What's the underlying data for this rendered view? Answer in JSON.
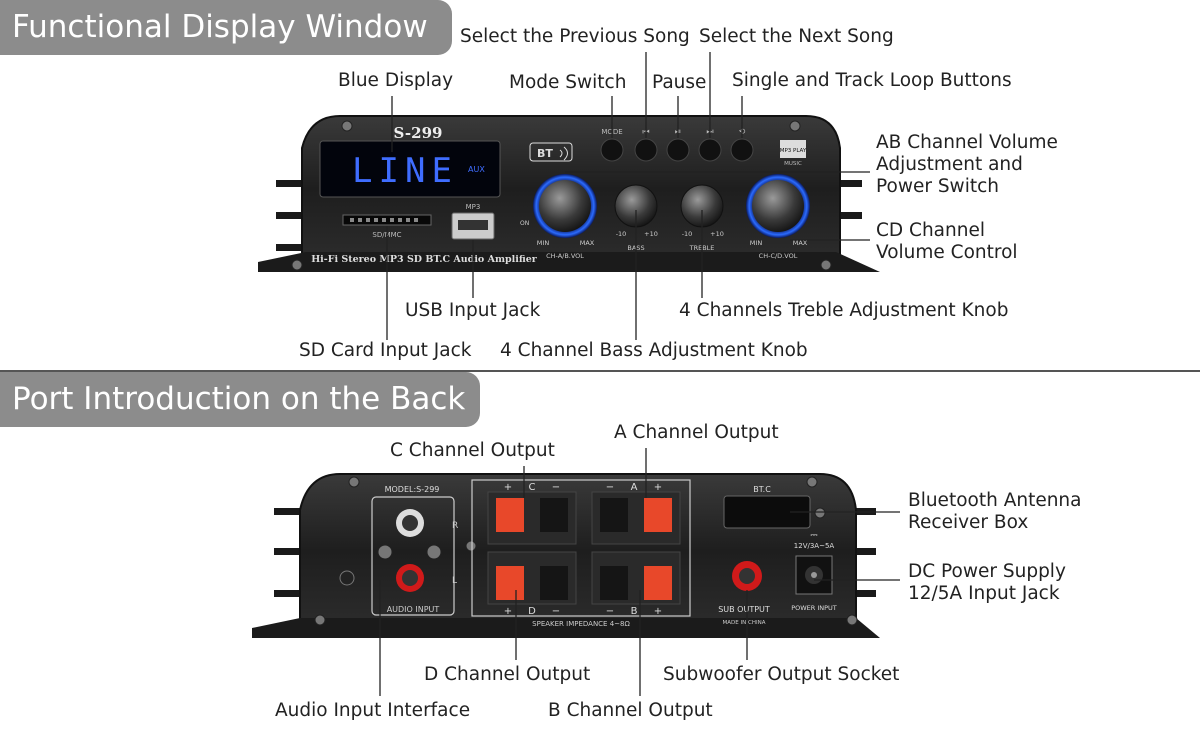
{
  "sections": {
    "front_title": "Functional Display Window",
    "back_title": "Port Introduction on the Back"
  },
  "front_device": {
    "model": "S-299",
    "display_text": "LINE",
    "display_sub": "AUX",
    "bt_badge": "BT",
    "mode_label": "MODE",
    "mp3_badge": "MP3 PLAY",
    "music_label": "MUSIC",
    "sd_slot_label": "SD/MMC",
    "usb_label": "MP3",
    "on_label": "ON",
    "product_line": "Hi-Fi Stereo MP3 SD BT.C Audio Amplifier",
    "knob_ab": {
      "min": "MIN",
      "max": "MAX",
      "label": "CH-A/B.VOL"
    },
    "knob_bass": {
      "min": "-10",
      "max": "+10",
      "label": "BASS"
    },
    "knob_treble": {
      "min": "-10",
      "max": "+10",
      "label": "TREBLE"
    },
    "knob_cd": {
      "min": "MIN",
      "max": "MAX",
      "label": "CH-C/D.VOL"
    }
  },
  "back_device": {
    "model": "MODEL:S-299",
    "audio_input": "AUDIO INPUT",
    "r_label": "R",
    "l_label": "L",
    "c_label": "C",
    "a_label": "A",
    "d_label": "D",
    "b_label": "B",
    "plus": "+",
    "minus": "−",
    "impedance": "SPEAKER IMPEDANCE 4~8Ω",
    "bt_c": "BT.C",
    "dc_rating": "12V/3A~5A",
    "sub_output": "SUB OUTPUT",
    "made_in": "MADE IN CHINA",
    "power_input": "POWER INPUT"
  },
  "front_labels": {
    "prev": "Select the Previous Song",
    "next": "Select the Next Song",
    "blue_display": "Blue Display",
    "mode": "Mode Switch",
    "pause": "Pause",
    "loop": "Single and Track Loop Buttons",
    "ab_volume": "AB Channel Volume\nAdjustment and\nPower Switch",
    "cd_volume": "CD Channel\nVolume Control",
    "usb": "USB Input Jack",
    "treble": "4 Channels Treble Adjustment Knob",
    "sd": "SD Card Input Jack",
    "bass": "4 Channel Bass Adjustment Knob"
  },
  "back_labels": {
    "c_out": "C Channel Output",
    "a_out": "A Channel Output",
    "bt_antenna": "Bluetooth Antenna\nReceiver Box",
    "dc_power": "DC Power Supply\n12/5A Input Jack",
    "d_out": "D Channel Output",
    "sub_socket": "Subwoofer Output Socket",
    "audio_iface": "Audio Input Interface",
    "b_out": "B Channel Output"
  }
}
